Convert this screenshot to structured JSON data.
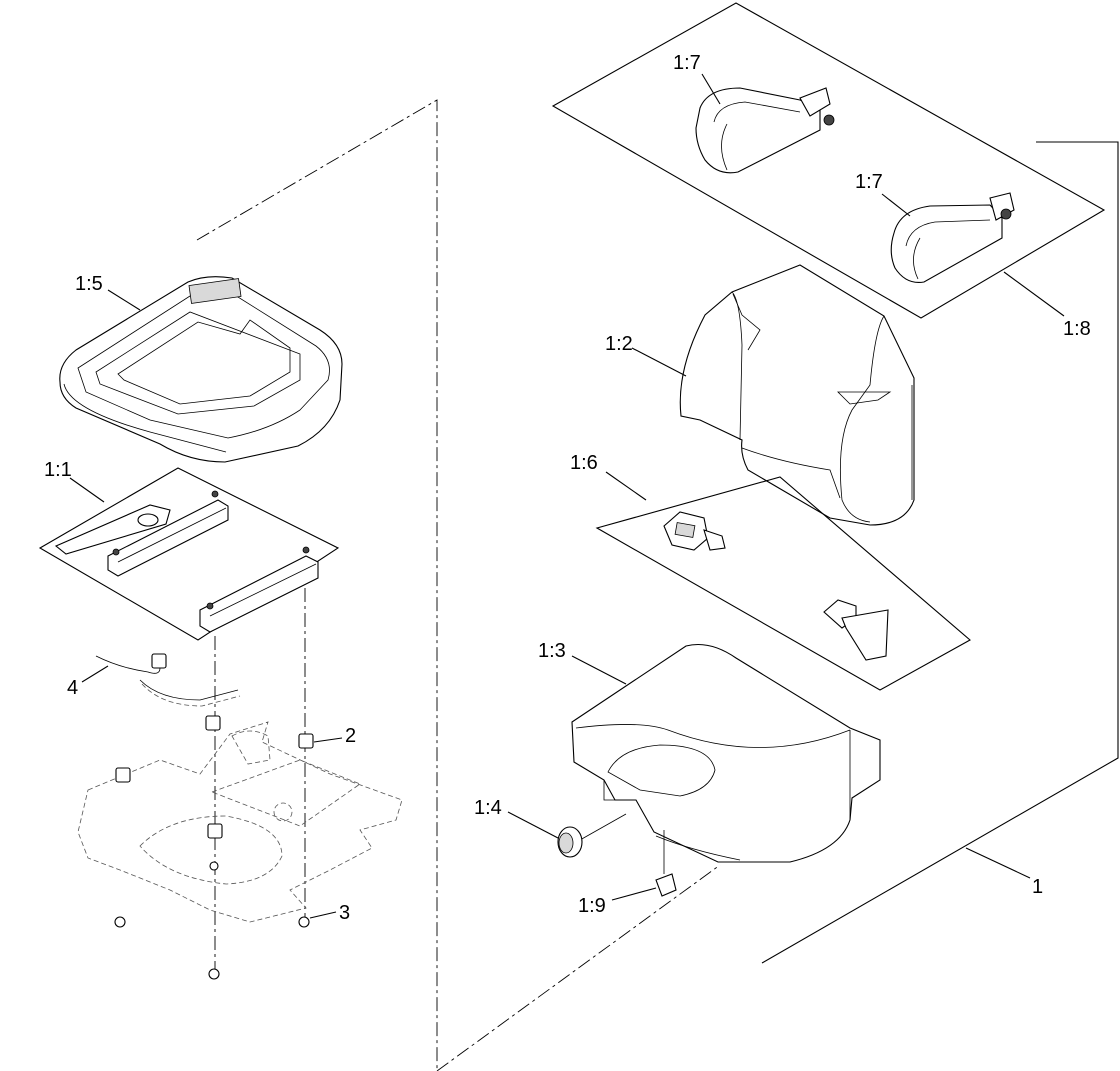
{
  "callouts": {
    "c_1_7a": "1:7",
    "c_1_7b": "1:7",
    "c_1_8": "1:8",
    "c_1_2": "1:2",
    "c_1_6": "1:6",
    "c_1_3": "1:3",
    "c_1_4": "1:4",
    "c_1_9": "1:9",
    "c_1": "1",
    "c_1_5": "1:5",
    "c_1_1": "1:1",
    "c_4": "4",
    "c_2": "2",
    "c_3": "3"
  }
}
